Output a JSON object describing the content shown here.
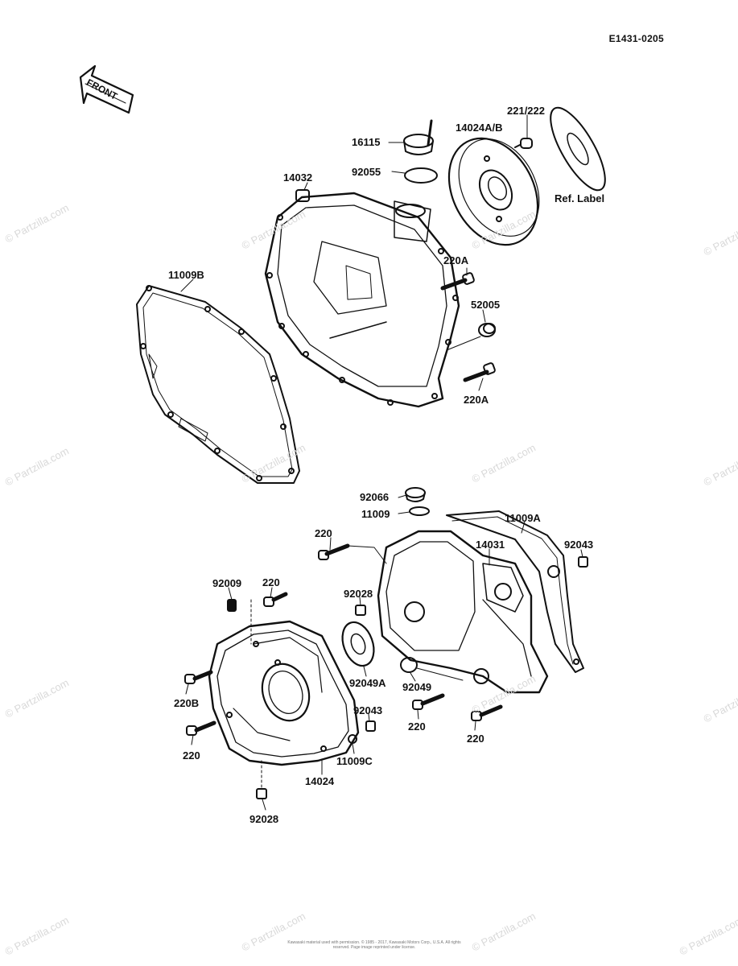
{
  "diagram_code": "E1431-0205",
  "front_marker": "FRONT",
  "watermark": "© Partzilla.com",
  "copyright": "Kawasaki material used with permission. © 1985 - 2017, Kawasaki Motors Corp., U.S.A. All rights reserved. Page image reprinted under license.",
  "labels": {
    "p16115": "16115",
    "p14024ab": "14024A/B",
    "p221_222": "221/222",
    "p92055": "92055",
    "p14032": "14032",
    "ref_label": "Ref. Label",
    "p220a_top": "220A",
    "p11009b": "11009B",
    "p52005": "52005",
    "p220a_bottom": "220A",
    "p92066": "92066",
    "p11009": "11009",
    "p11009a": "11009A",
    "p220_a": "220",
    "p14031": "14031",
    "p92043_right": "92043",
    "p92009": "92009",
    "p220_b": "220",
    "p92028_mid": "92028",
    "p92049a": "92049A",
    "p92049": "92049",
    "p220b": "220B",
    "p92043_left": "92043",
    "p220_c": "220",
    "p220_d": "220",
    "p220_e": "220",
    "p11009c": "11009C",
    "p14024": "14024",
    "p92028_bottom": "92028"
  }
}
